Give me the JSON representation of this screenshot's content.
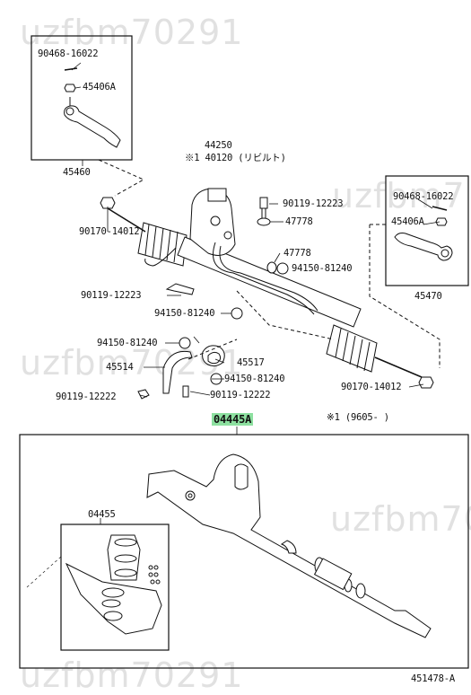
{
  "watermark": "uzfbm70291",
  "watermark_partial_1": "uzfbm7",
  "watermark_partial_2": "uzfbm70",
  "watermark_partial_3": "uzfbm70291",
  "labels": {
    "p90468_left": "90468-16022",
    "p45406a_left": "45406A",
    "p45460": "45460",
    "p44250": "44250",
    "p40120": "※1 40120 (リビルト)",
    "p90119_top": "90119-12223",
    "p47778_a": "47778",
    "p90170_left": "90170-14012",
    "p47778_b": "47778",
    "p94150_a": "94150-81240",
    "p90468_right": "90468-16022",
    "p45406a_right": "45406A",
    "p45470": "45470",
    "p90119_mid": "90119-12223",
    "p94150_b": "94150-81240",
    "p94150_c": "94150-81240",
    "p45514": "45514",
    "p45517": "45517",
    "p94150_d": "94150-81240",
    "p90119_bottom": "90119-12222",
    "p90119_bottom2": "90119-12222",
    "p90170_right": "90170-14012",
    "p04445a": "04445A",
    "note_1": "※1 (9605-   )",
    "p04455": "04455",
    "drawing_no": "451478-A"
  },
  "colors": {
    "highlight": "#8de0a0",
    "line": "#111111",
    "watermark": "#aaaaaa"
  }
}
